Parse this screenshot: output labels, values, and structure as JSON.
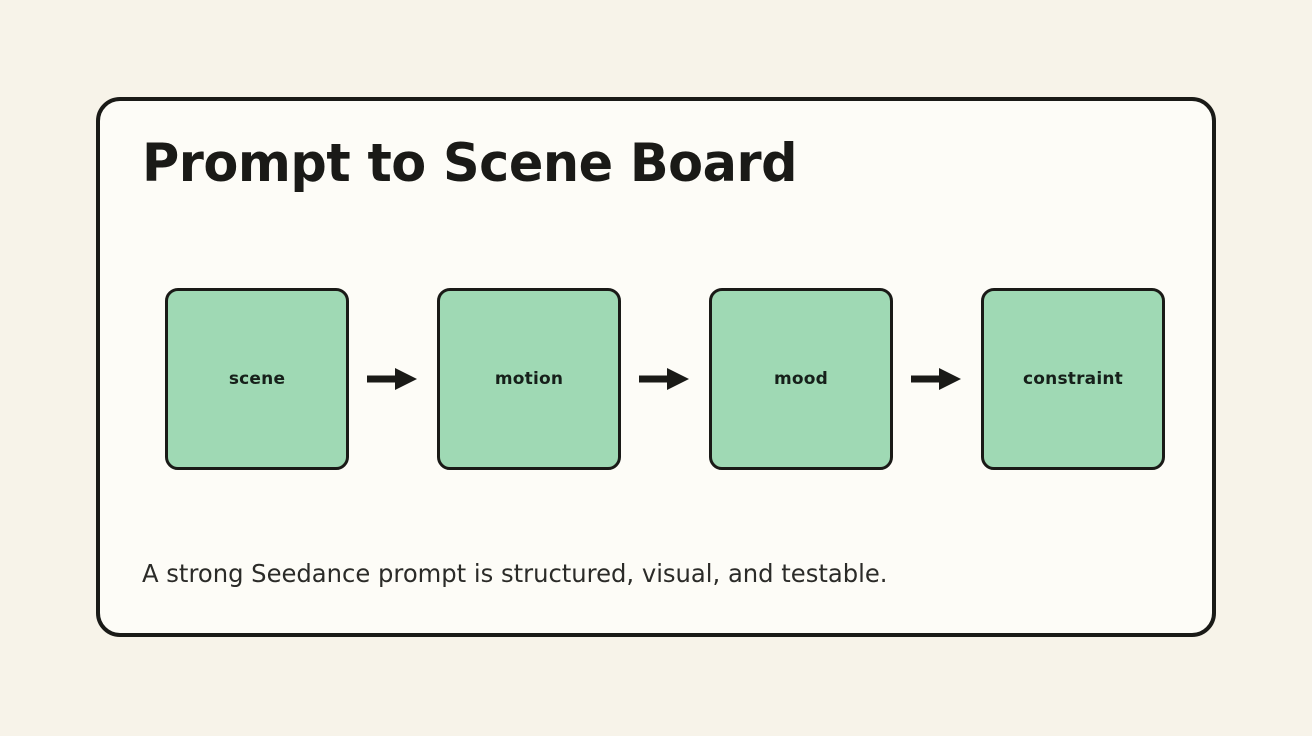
{
  "theme": {
    "page_background": "#F7F3E9",
    "card_background": "#FDFCF7",
    "border_color": "#1A1A17",
    "node_fill": "#9FD9B4",
    "node_label_color": "#16201A",
    "title_color": "#1A1A17",
    "caption_color": "#2B2B28",
    "arrow_color": "#1A1A17"
  },
  "card": {
    "title": "Prompt to Scene Board",
    "caption": "A strong Seedance prompt is structured, visual, and testable."
  },
  "diagram_data": {
    "type": "flow",
    "direction": "left-to-right",
    "nodes": [
      {
        "id": "scene",
        "label": "scene"
      },
      {
        "id": "motion",
        "label": "motion"
      },
      {
        "id": "mood",
        "label": "mood"
      },
      {
        "id": "constraint",
        "label": "constraint"
      }
    ],
    "edges": [
      {
        "from": "scene",
        "to": "motion",
        "style": "solid-arrow"
      },
      {
        "from": "motion",
        "to": "mood",
        "style": "solid-arrow"
      },
      {
        "from": "mood",
        "to": "constraint",
        "style": "solid-arrow"
      }
    ],
    "arrow_icon": "arrow-right-icon"
  }
}
